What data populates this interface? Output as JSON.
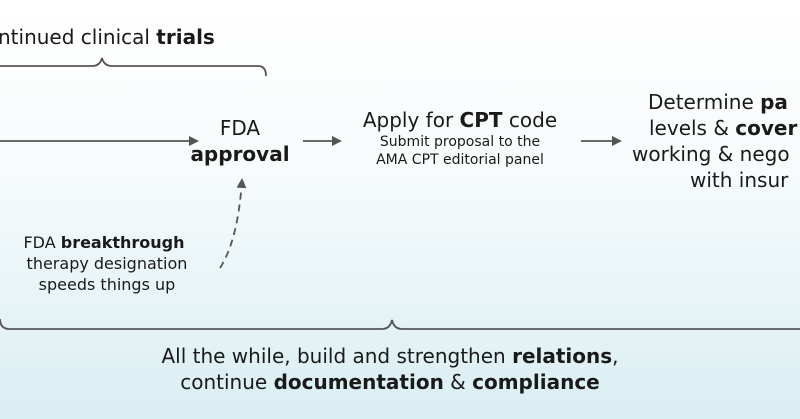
{
  "trials": {
    "prefix": "ntinued clinical ",
    "bold": "trials"
  },
  "fda": {
    "line1": "FDA",
    "line2": "approval"
  },
  "cpt": {
    "prefix": "Apply for ",
    "bold": "CPT",
    "suffix": " code",
    "sub1": "Submit proposal to the",
    "sub2": "AMA CPT editorial panel"
  },
  "payment": {
    "l1_prefix": "Determine ",
    "l1_bold": "pa",
    "l2_prefix": "levels & ",
    "l2_bold": "cover",
    "l3": "working & nego",
    "l4": "with insur"
  },
  "breakthrough": {
    "l1_prefix": "FDA ",
    "l1_bold": "breakthrough",
    "l2": "therapy designation",
    "l3": "speeds things up"
  },
  "footer": {
    "l1_prefix": "All the while, build and strengthen ",
    "l1_bold": "relations",
    "l1_suffix": ",",
    "l2_prefix": "continue ",
    "l2_bold1": "documentation",
    "l2_mid": " & ",
    "l2_bold2": "compliance"
  },
  "colors": {
    "line": "#555555",
    "text": "#1a1a1a"
  }
}
